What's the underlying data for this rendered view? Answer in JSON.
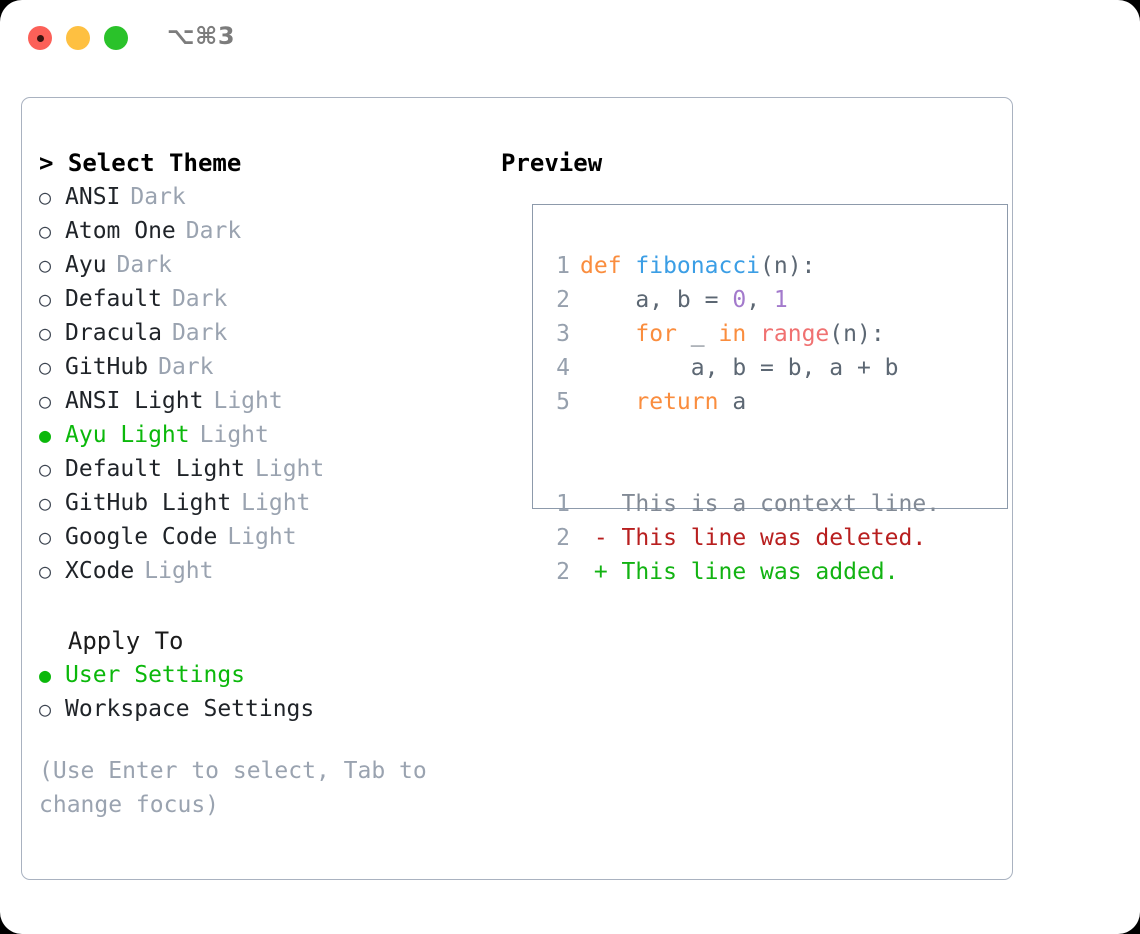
{
  "titlebar": {
    "shortcut": "⌥⌘3",
    "buttons": [
      {
        "name": "close",
        "color": "#fc6058"
      },
      {
        "name": "minimize",
        "color": "#fec041"
      },
      {
        "name": "maximize",
        "color": "#2ac22a"
      }
    ]
  },
  "theme_section": {
    "heading": "> Select Theme",
    "options": [
      {
        "marker": "○",
        "label": "ANSI",
        "tag": "Dark",
        "selected": false
      },
      {
        "marker": "○",
        "label": "Atom One",
        "tag": "Dark",
        "selected": false
      },
      {
        "marker": "○",
        "label": "Ayu",
        "tag": "Dark",
        "selected": false
      },
      {
        "marker": "○",
        "label": "Default",
        "tag": "Dark",
        "selected": false
      },
      {
        "marker": "○",
        "label": "Dracula",
        "tag": "Dark",
        "selected": false
      },
      {
        "marker": "○",
        "label": "GitHub",
        "tag": "Dark",
        "selected": false
      },
      {
        "marker": "○",
        "label": "ANSI Light",
        "tag": "Light",
        "selected": false
      },
      {
        "marker": "●",
        "label": "Ayu Light",
        "tag": "Light",
        "selected": true
      },
      {
        "marker": "○",
        "label": "Default Light",
        "tag": "Light",
        "selected": false
      },
      {
        "marker": "○",
        "label": "GitHub Light",
        "tag": "Light",
        "selected": false
      },
      {
        "marker": "○",
        "label": "Google Code",
        "tag": "Light",
        "selected": false
      },
      {
        "marker": "○",
        "label": "XCode",
        "tag": "Light",
        "selected": false
      }
    ]
  },
  "apply_section": {
    "heading": "  Apply To",
    "options": [
      {
        "marker": "●",
        "label": "User Settings",
        "selected": true
      },
      {
        "marker": "○",
        "label": "Workspace Settings",
        "selected": false
      }
    ]
  },
  "hint": "(Use Enter to select, Tab to change focus)",
  "preview": {
    "heading": "Preview",
    "code_lines": [
      {
        "number": "1",
        "tokens": [
          {
            "text": "def ",
            "kind": "kw"
          },
          {
            "text": "fibonacci",
            "kind": "fn"
          },
          {
            "text": "(n):",
            "kind": "punct"
          }
        ]
      },
      {
        "number": "2",
        "tokens": [
          {
            "text": "    a, b = ",
            "kind": "plain"
          },
          {
            "text": "0",
            "kind": "num"
          },
          {
            "text": ", ",
            "kind": "plain"
          },
          {
            "text": "1",
            "kind": "num"
          }
        ]
      },
      {
        "number": "3",
        "tokens": [
          {
            "text": "    ",
            "kind": "plain"
          },
          {
            "text": "for",
            "kind": "kw"
          },
          {
            "text": " _ ",
            "kind": "plain"
          },
          {
            "text": "in",
            "kind": "kw"
          },
          {
            "text": " ",
            "kind": "plain"
          },
          {
            "text": "range",
            "kind": "built"
          },
          {
            "text": "(n):",
            "kind": "punct"
          }
        ]
      },
      {
        "number": "4",
        "tokens": [
          {
            "text": "        a, b = b, a + b",
            "kind": "plain"
          }
        ]
      },
      {
        "number": "5",
        "tokens": [
          {
            "text": "    ",
            "kind": "plain"
          },
          {
            "text": "return",
            "kind": "kw"
          },
          {
            "text": " a",
            "kind": "plain"
          }
        ]
      }
    ],
    "diff_lines": [
      {
        "number": "1",
        "sign": " ",
        "text": " This is a context line.",
        "kind": "ctx"
      },
      {
        "number": "2",
        "sign": "-",
        "text": " This line was deleted.",
        "kind": "del"
      },
      {
        "number": "2",
        "sign": "+",
        "text": " This line was added.",
        "kind": "add"
      }
    ]
  },
  "colors": {
    "accent_green": "#0bb80b",
    "muted": "#9aa3b0",
    "border": "#a9b2c0",
    "preview_border": "#8d9aab",
    "kw": "#fa8d3e",
    "fn": "#3b9ee5",
    "num": "#a37acc",
    "builtin": "#f07171",
    "plain": "#5c6773",
    "linenum": "#96a0ad",
    "diff_del": "#b81f1f",
    "diff_add": "#12b312",
    "diff_ctx": "#828a95"
  }
}
